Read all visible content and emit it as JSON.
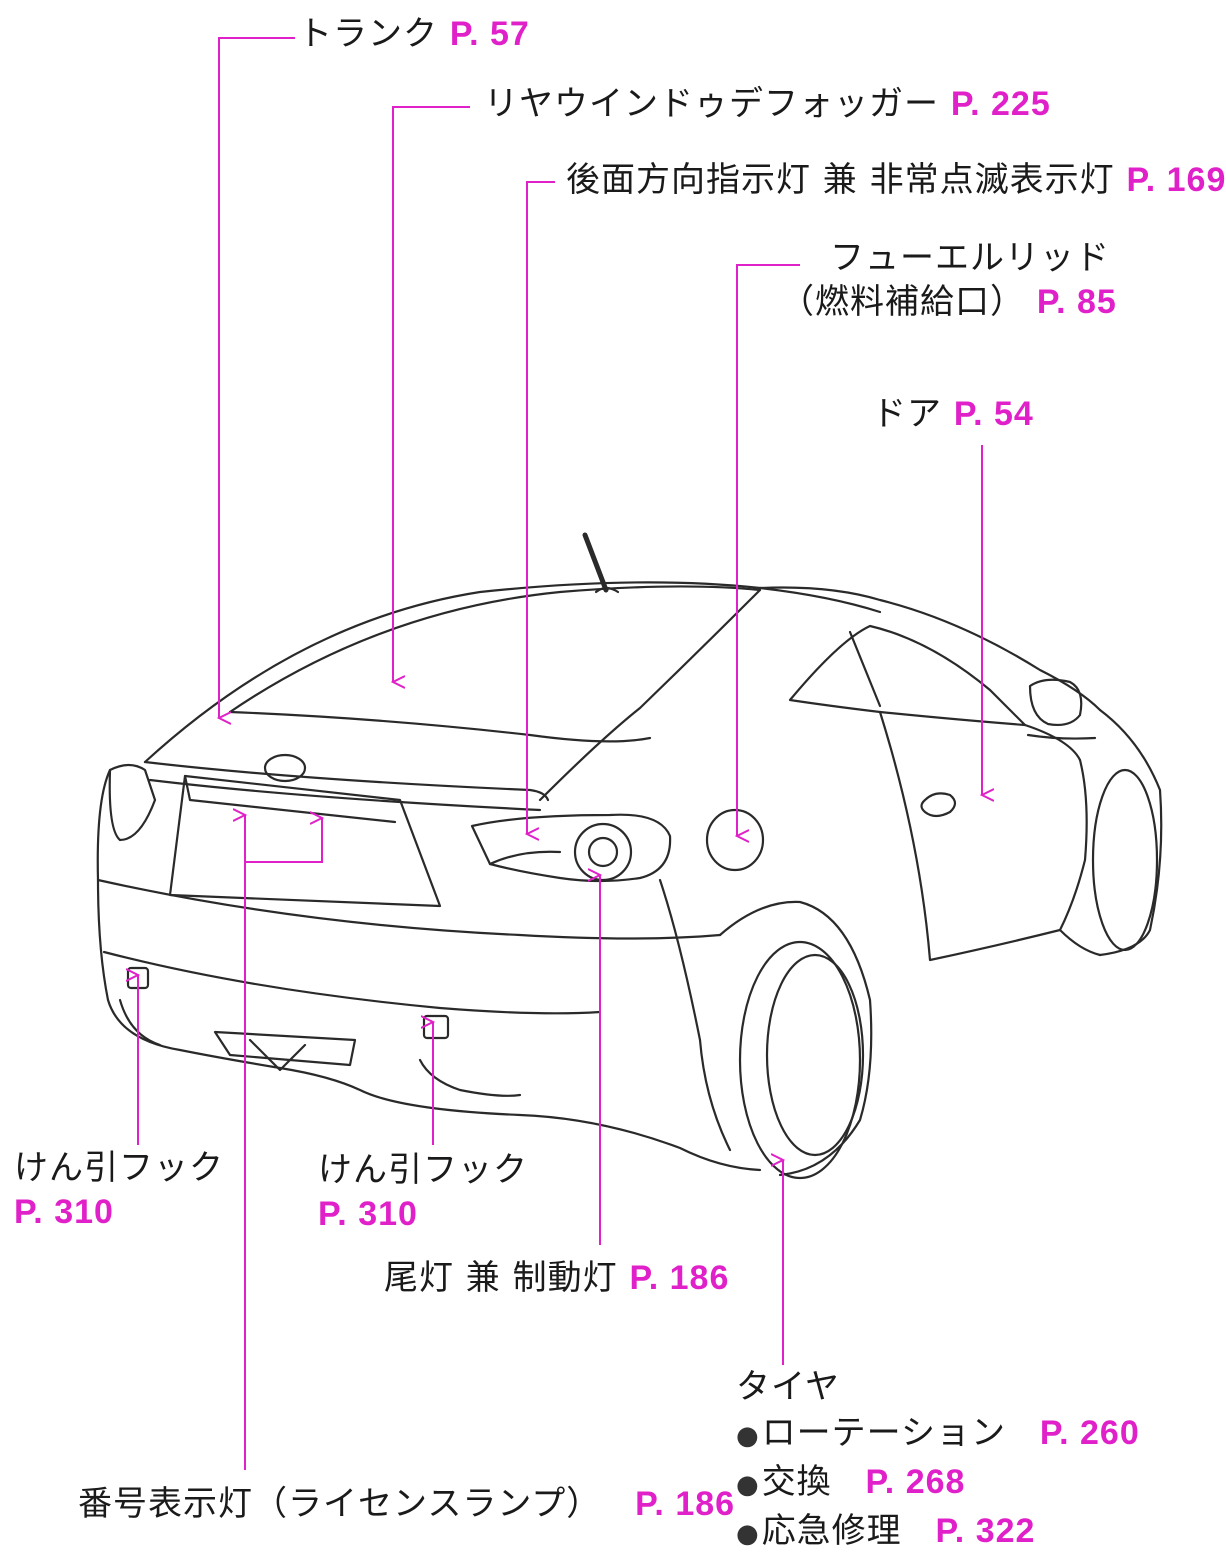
{
  "colors": {
    "leader": "#e020c8",
    "page_ref": "#e020c8",
    "text": "#1a1a1a",
    "car_outline": "#2a2a2a"
  },
  "labels": {
    "trunk": {
      "text": "トランク",
      "page": "P. 57"
    },
    "defogger": {
      "text": "リヤウインドゥデフォッガー",
      "page": "P. 225"
    },
    "turn_signal": {
      "text": "後面方向指示灯 兼 非常点滅表示灯",
      "page": "P. 169"
    },
    "fuel_lid": {
      "text": "フューエルリッド",
      "text2": "（燃料補給口）",
      "page": "P. 85"
    },
    "door": {
      "text": "ドア",
      "page": "P. 54"
    },
    "tow_hook_left": {
      "text": "けん引フック",
      "page": "P. 310"
    },
    "tow_hook_right": {
      "text": "けん引フック",
      "page": "P. 310"
    },
    "tail_light": {
      "text": "尾灯 兼 制動灯",
      "page": "P. 186"
    },
    "license_lamp": {
      "text": "番号表示灯（ライセンスランプ）",
      "page": "P. 186"
    },
    "tire": {
      "title": "タイヤ",
      "items": [
        {
          "bullet": "●",
          "text": "ローテーション",
          "page": "P. 260"
        },
        {
          "bullet": "●",
          "text": "交換",
          "page": "P. 268"
        },
        {
          "bullet": "●",
          "text": "応急修理",
          "page": "P. 322"
        }
      ]
    }
  }
}
